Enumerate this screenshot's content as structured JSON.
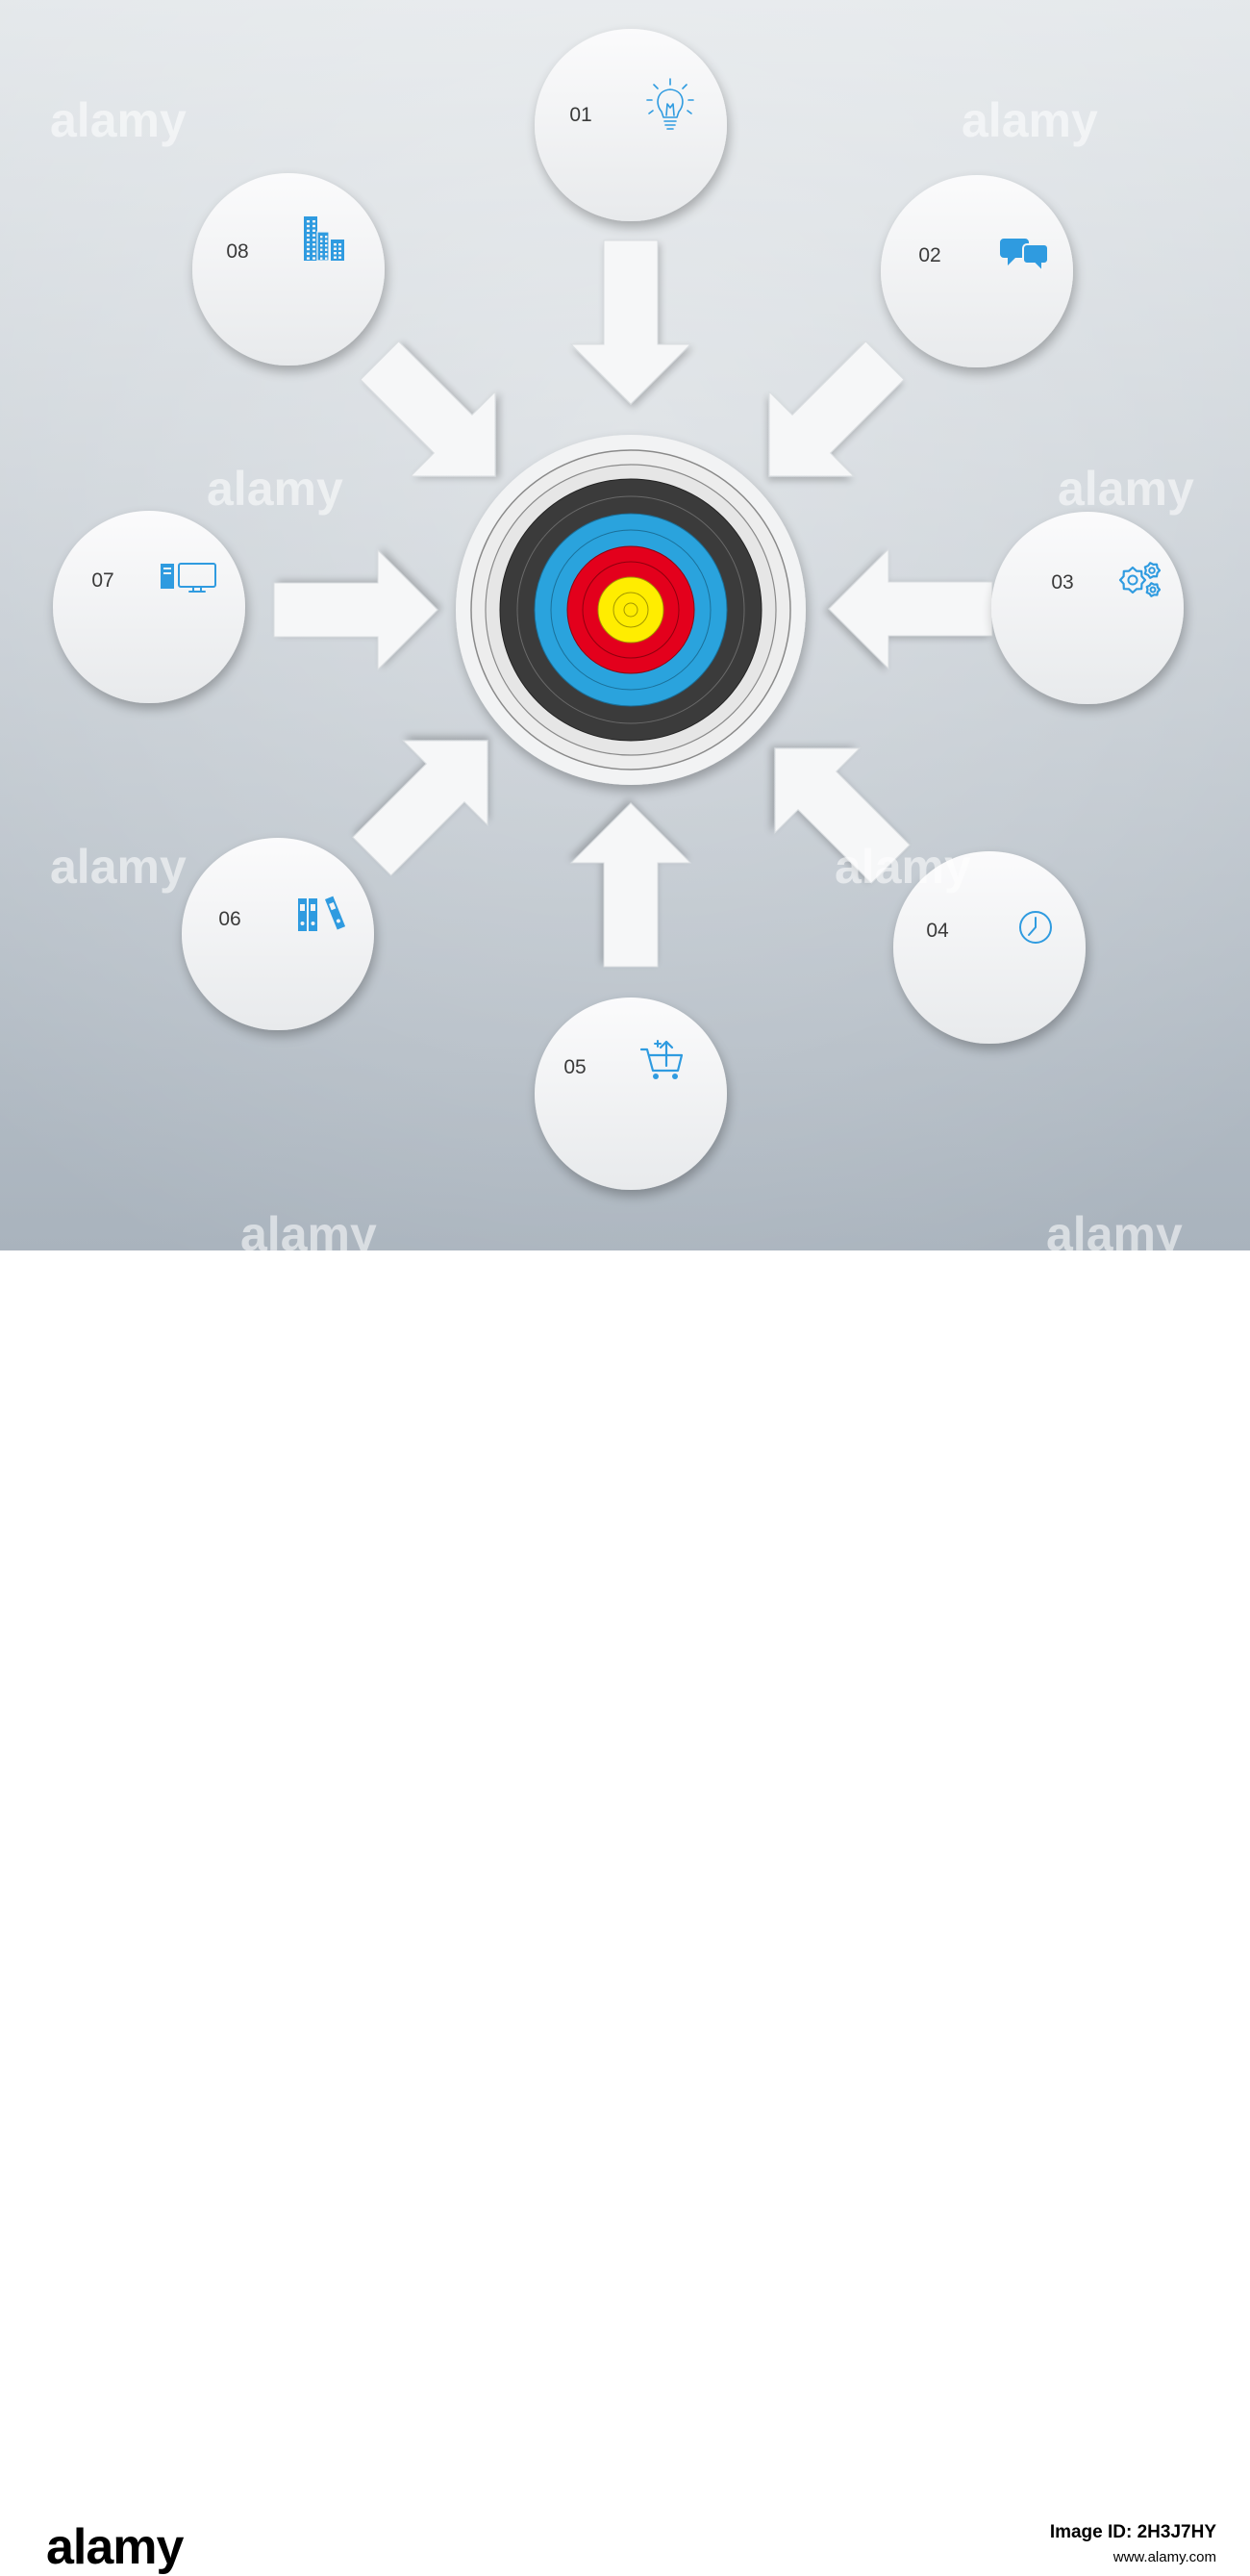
{
  "colors": {
    "background_top": "#dfe3e7",
    "background_bottom": "#aeb8c1",
    "card": "#f3f4f5",
    "icon": "#2f9be0",
    "number": "#3a3a3a",
    "ring_outer": "#c9c9c9",
    "ring_black": "#3b3b3b",
    "ring_blue": "#2aa3dd",
    "ring_red": "#e3001b",
    "ring_yellow": "#ffed00"
  },
  "steps": [
    {
      "number": "01",
      "icon": "lightbulb-icon"
    },
    {
      "number": "02",
      "icon": "chat-bubbles-icon"
    },
    {
      "number": "03",
      "icon": "gears-icon"
    },
    {
      "number": "04",
      "icon": "clock-icon"
    },
    {
      "number": "05",
      "icon": "shopping-cart-icon"
    },
    {
      "number": "06",
      "icon": "binders-icon"
    },
    {
      "number": "07",
      "icon": "computer-icon"
    },
    {
      "number": "08",
      "icon": "buildings-icon"
    }
  ],
  "watermark": {
    "text": "alamy",
    "footer_logo": "alamy",
    "image_id_label": "Image ID: 2H3J7HY",
    "url": "www.alamy.com"
  }
}
